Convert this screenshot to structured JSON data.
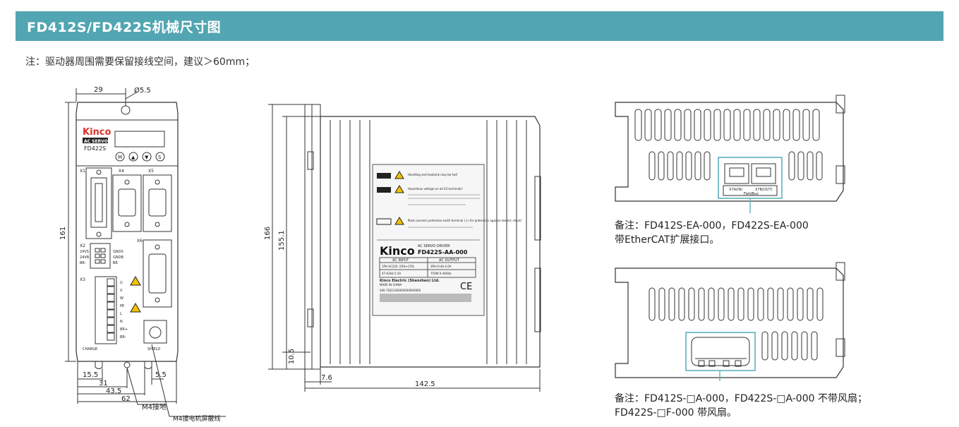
{
  "header": {
    "title": "FD412S/FD422S机械尺寸图"
  },
  "note": "注：驱动器周围需要保留接线空间，建议＞60mm；",
  "front_view": {
    "dims": {
      "top_width": "29",
      "hole": "Ø5.5",
      "height": "161",
      "b1": "15.5",
      "b2": "31",
      "b3": "43.5",
      "b4": "62",
      "b5": "5.5"
    },
    "brand": "Kinco",
    "brand_sub": "AC SERVO",
    "model": "FD422S",
    "buttons": [
      "M",
      "▲",
      "▼",
      "S"
    ],
    "ports": {
      "x1": "X1",
      "x2": "X2",
      "x3": "X3",
      "x4": "X4",
      "x5": "X5",
      "x6": "X6"
    },
    "x2_left": [
      "24VS",
      "24VB",
      "BR-"
    ],
    "x2_right": [
      "GNDS",
      "GNDB",
      "BR"
    ],
    "x3_labels": [
      "U",
      "V",
      "W",
      "PE",
      "L",
      "N",
      "BR+",
      "BR-"
    ],
    "bottom_labels": {
      "charge": "CHARGE",
      "shield": "SHIELD"
    },
    "leaders": {
      "ground": "M4接地",
      "shield": "M4接电机屏蔽线"
    }
  },
  "side_view": {
    "dims": {
      "h1": "166",
      "h2": "155.1",
      "h3": "10.5",
      "w1": "7.6",
      "w2": "142.5"
    },
    "label": {
      "warnings": [
        "Handling and heatsink may be hot!",
        "Hazardous voltage on all X3 terminals!",
        "Must connect protective earth terminal (⏚) for protection against electric shock!"
      ],
      "brand": "Kinco",
      "sub": "AC SERVO DRIVER",
      "model": "FD422S-AA-000",
      "table_head": [
        "AC INPUT",
        "AC OUTPUT"
      ],
      "table_rows": [
        [
          "1PH AC220 -20%+15%",
          "3PH 0-UH 4.0A"
        ],
        [
          "47-63Hz 5.5A",
          "750W 0-400Hz"
        ]
      ],
      "maker": "Kinco Electric (Shenzhen) Ltd.",
      "made_in": "MADE IN CHINA",
      "sn": "S/N: FD22100000000000000",
      "ce": "CE"
    }
  },
  "top_view_1": {
    "port_labels": [
      "X7A(IN)",
      "X7B(OUT)"
    ],
    "port_caption": "FieldBus",
    "caption_lines": [
      "备注：FD412S-EA-000，FD422S-EA-000",
      "带EtherCAT扩展接口。"
    ]
  },
  "top_view_2": {
    "caption_lines": [
      "备注：FD412S-□A-000，FD422S-□A-000 不带风扇；",
      "FD422S-□F-000 带风扇。"
    ]
  },
  "colors": {
    "header": "#52a5b2",
    "accent": "#5fb0bc",
    "line": "#333333",
    "warn": "#f2c200"
  }
}
